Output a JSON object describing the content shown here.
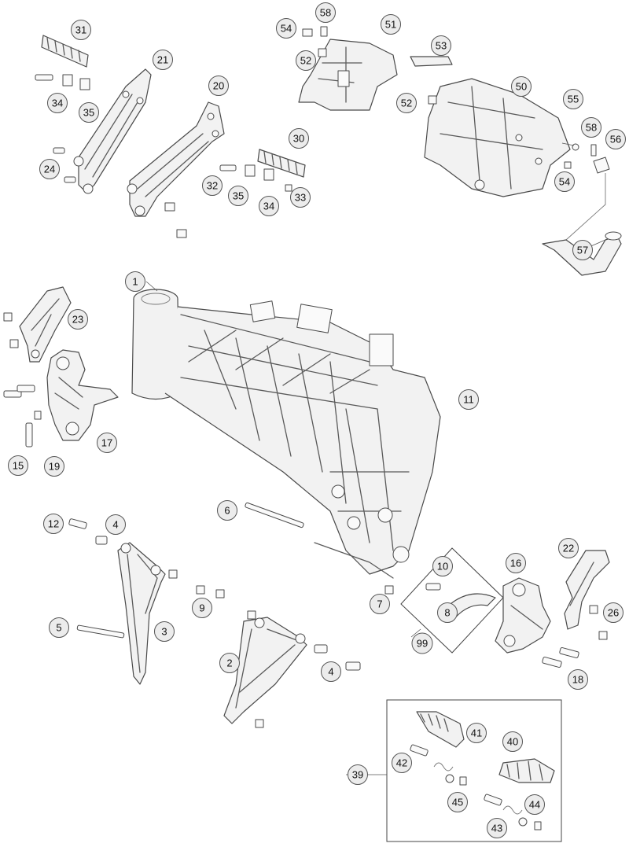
{
  "callouts": [
    "1",
    "2",
    "3",
    "4",
    "4",
    "5",
    "6",
    "7",
    "8",
    "9",
    "10",
    "11",
    "12",
    "15",
    "16",
    "17",
    "18",
    "19",
    "20",
    "21",
    "22",
    "23",
    "24",
    "26",
    "30",
    "31",
    "32",
    "33",
    "34",
    "34",
    "35",
    "35",
    "39",
    "40",
    "41",
    "42",
    "43",
    "44",
    "45",
    "50",
    "51",
    "52",
    "52",
    "53",
    "54",
    "54",
    "55",
    "56",
    "57",
    "58",
    "58",
    "99"
  ]
}
